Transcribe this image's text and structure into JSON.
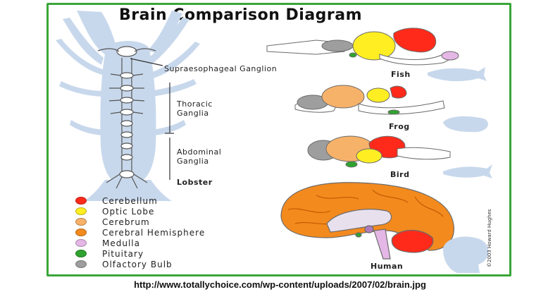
{
  "title": "Brain Comparison Diagram",
  "lobster": {
    "labels": {
      "supraesophageal": "Supraesophageal Ganglion",
      "thoracic": "Thoracic Ganglia",
      "abdominal": "Abdominal Ganglia",
      "name": "Lobster"
    }
  },
  "animals": {
    "fish": "Fish",
    "frog": "Frog",
    "bird": "Bird",
    "human": "Human"
  },
  "legend": [
    {
      "label": "Cerebellum",
      "color": "#ff2a1a"
    },
    {
      "label": "Optic Lobe",
      "color": "#ffee22"
    },
    {
      "label": "Cerebrum",
      "color": "#f7b26a"
    },
    {
      "label": "Cerebral Hemisphere",
      "color": "#f38a1e"
    },
    {
      "label": "Medulla",
      "color": "#e4b7e6"
    },
    {
      "label": "Pituitary",
      "color": "#2fa32f"
    },
    {
      "label": "Olfactory Bulb",
      "color": "#9e9e9e"
    }
  ],
  "credit": "©2003 Howard Hughes",
  "source_url": "http://www.totallychoice.com/wp-content/uploads/2007/02/brain.jpg",
  "colors": {
    "frame": "#3aa63a",
    "silhouette": "#c8d8ec",
    "outline": "#6b6b6b"
  }
}
